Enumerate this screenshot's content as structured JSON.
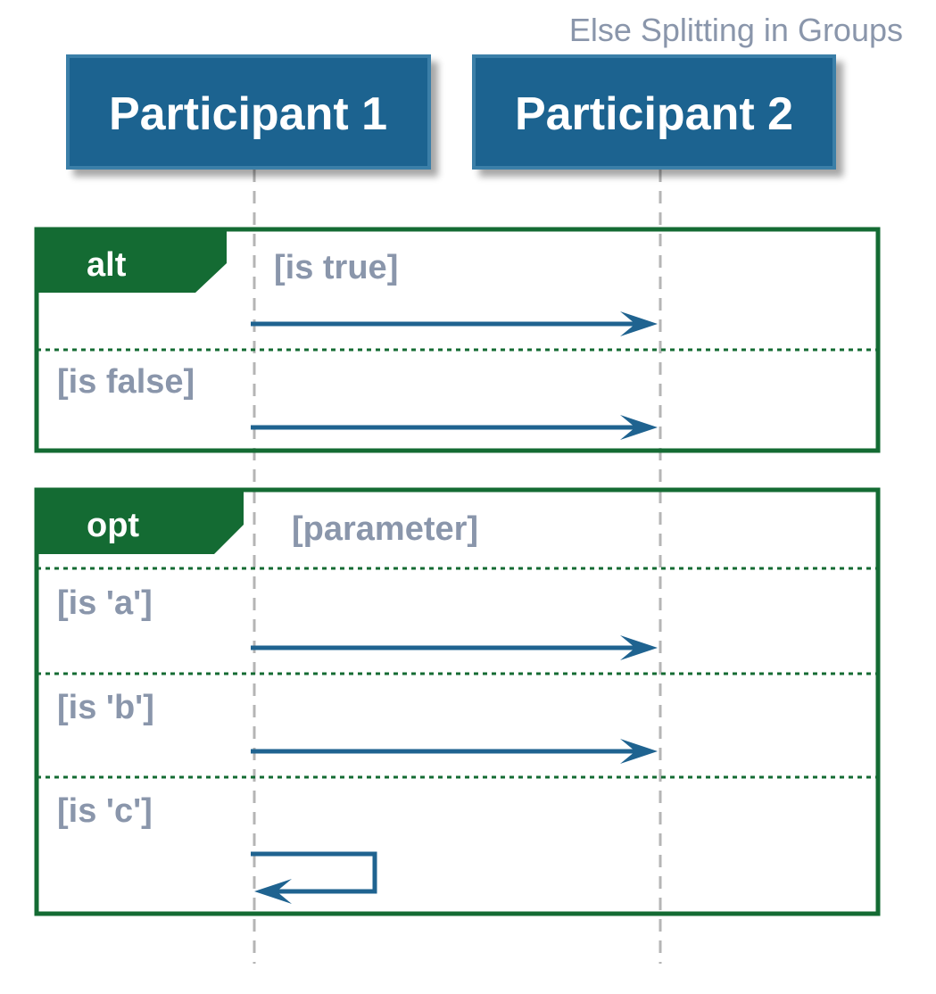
{
  "diagram": {
    "title": "Else Splitting in Groups",
    "colors": {
      "participant_fill": "#1f6390",
      "participant_border": "#3a7fa8",
      "frame": "#146b33",
      "arrow": "#1f6390",
      "guard_text": "#8a96ab",
      "lifeline": "#b5b5b5"
    },
    "participants": [
      {
        "id": "p1",
        "label": "Participant 1"
      },
      {
        "id": "p2",
        "label": "Participant 2"
      }
    ],
    "groups": [
      {
        "type_label": "alt",
        "sections": [
          {
            "guard": "[is true]",
            "message": {
              "from": "p1",
              "to": "p2"
            }
          },
          {
            "guard": "[is false]",
            "message": {
              "from": "p1",
              "to": "p2"
            }
          }
        ]
      },
      {
        "type_label": "opt",
        "sections": [
          {
            "guard": "[parameter]"
          },
          {
            "guard": "[is 'a']",
            "message": {
              "from": "p1",
              "to": "p2"
            }
          },
          {
            "guard": "[is 'b']",
            "message": {
              "from": "p1",
              "to": "p2"
            }
          },
          {
            "guard": "[is 'c']",
            "message": {
              "from": "p1",
              "to": "p1",
              "self": true
            }
          }
        ]
      }
    ]
  }
}
